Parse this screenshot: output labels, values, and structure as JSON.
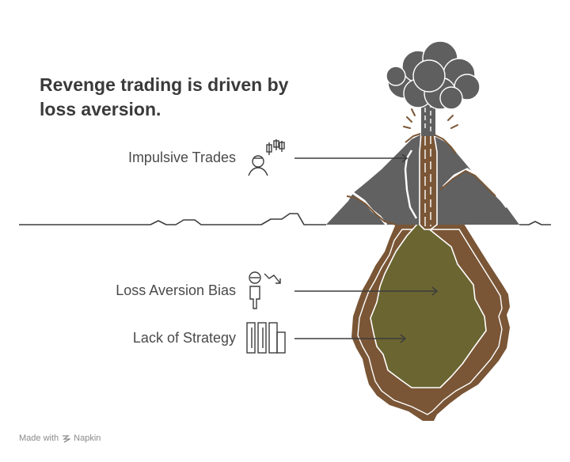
{
  "title": "Revenge trading is driven by loss aversion.",
  "labels": {
    "impulsive": "Impulsive Trades",
    "loss_aversion": "Loss Aversion Bias",
    "strategy": "Lack of Strategy"
  },
  "footer": {
    "made_with": "Made with",
    "brand": "Napkin"
  },
  "colors": {
    "mountain": "#616161",
    "smoke": "#5f5f5f",
    "earth": "#7a5636",
    "core": "#6b6531",
    "line": "#3d3d3d",
    "text": "#4a4a4a"
  }
}
